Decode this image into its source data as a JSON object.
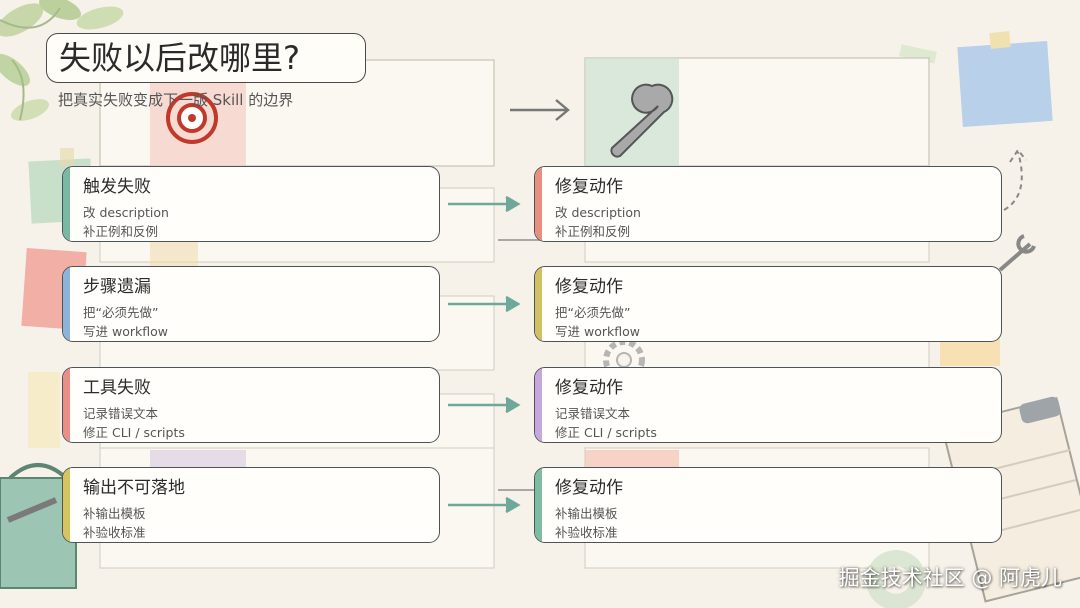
{
  "header": {
    "title": "失败以后改哪里?",
    "subtitle": "把真实失败变成下一版 Skill 的边界"
  },
  "rows": [
    {
      "failure": {
        "title": "触发失败",
        "line1": "改 description",
        "line2": "补正例和反例",
        "color": "#79b8a2"
      },
      "fix": {
        "title": "修复动作",
        "line1": "改 description",
        "line2": "补正例和反例",
        "color": "#e98f80"
      }
    },
    {
      "failure": {
        "title": "步骤遗漏",
        "line1": "把“必须先做”",
        "line2": "写进 workflow",
        "color": "#8db3d9"
      },
      "fix": {
        "title": "修复动作",
        "line1": "把“必须先做”",
        "line2": "写进 workflow",
        "color": "#d1c064"
      }
    },
    {
      "failure": {
        "title": "工具失败",
        "line1": "记录错误文本",
        "line2": "修正 CLI / scripts",
        "color": "#ea8f86"
      },
      "fix": {
        "title": "修复动作",
        "line1": "记录错误文本",
        "line2": "修正 CLI / scripts",
        "color": "#c6a8dc"
      }
    },
    {
      "failure": {
        "title": "输出不可落地",
        "line1": "补输出模板",
        "line2": "补验收标准",
        "color": "#d6c45e"
      },
      "fix": {
        "title": "修复动作",
        "line1": "补输出模板",
        "line2": "补验收标准",
        "color": "#7fbca4"
      }
    }
  ],
  "watermark": "掘金技术社区 @ 阿虎儿",
  "colors": {
    "arrow": "#6ea89a",
    "border": "#4d5458",
    "background": "#f7f2e9"
  },
  "decorative_icons": [
    "target-icon",
    "wrench-icon",
    "gear-icon",
    "puzzle-icon",
    "toolbox-icon",
    "clipboard-icon",
    "plant-icon",
    "sticky-note-icon",
    "tape-icon"
  ]
}
